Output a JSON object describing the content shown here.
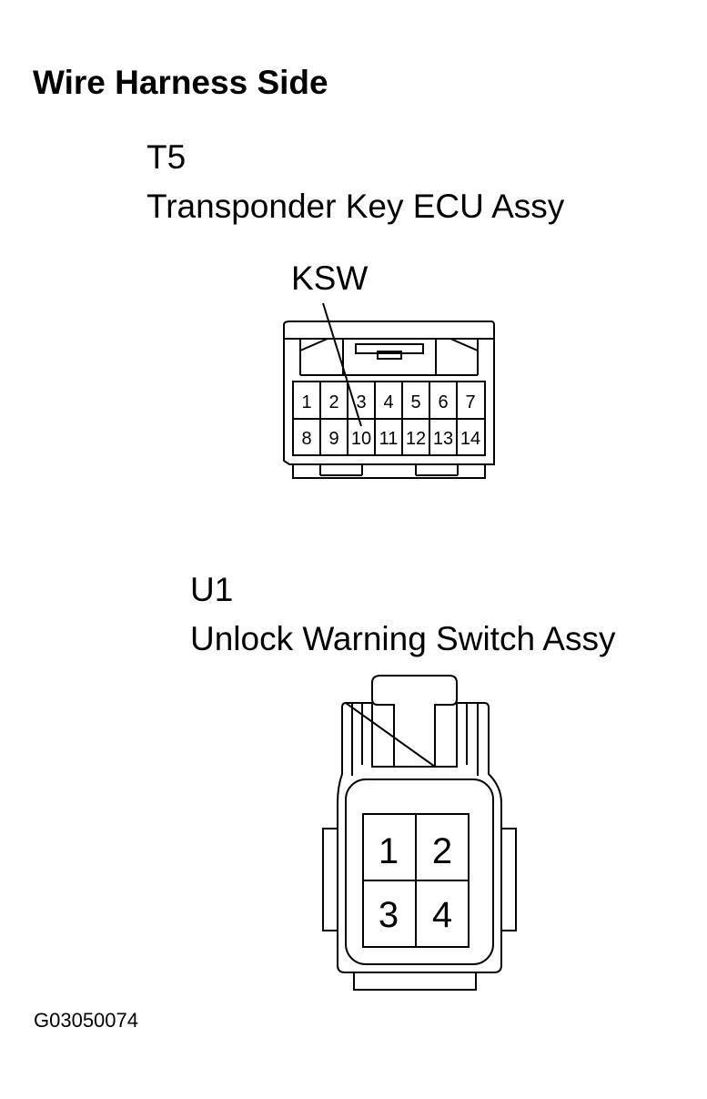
{
  "heading": "Wire Harness Side",
  "connectors": [
    {
      "code": "T5",
      "name": "Transponder Key ECU Assy",
      "callout": "KSW",
      "pins_row1": [
        "1",
        "2",
        "3",
        "4",
        "5",
        "6",
        "7"
      ],
      "pins_row2": [
        "8",
        "9",
        "10",
        "11",
        "12",
        "13",
        "14"
      ]
    },
    {
      "code": "U1",
      "name": "Unlock Warning Switch Assy",
      "pins_row1": [
        "1",
        "2"
      ],
      "pins_row2": [
        "3",
        "4"
      ]
    }
  ],
  "figure_id": "G03050074"
}
